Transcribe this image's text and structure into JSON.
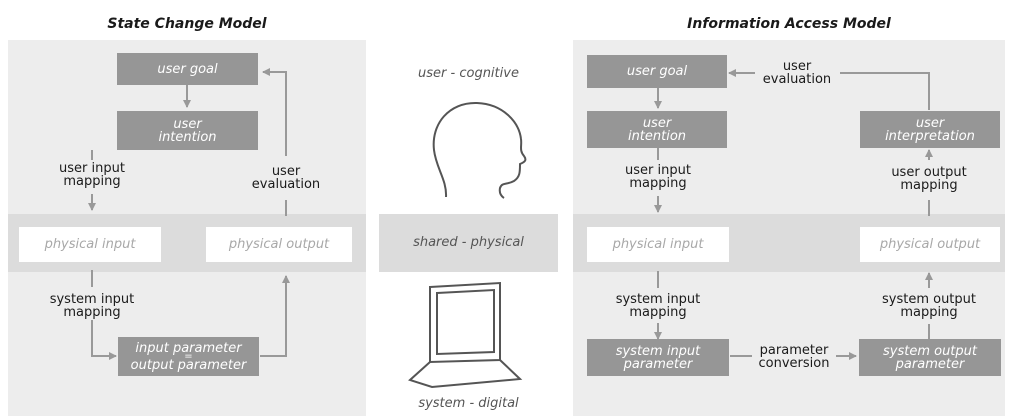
{
  "left": {
    "title": "State Change Model",
    "user_goal": "user goal",
    "user_intention": [
      "user",
      "intention"
    ],
    "user_input_mapping": [
      "user input",
      "mapping"
    ],
    "user_evaluation": [
      "user",
      "evaluation"
    ],
    "physical_input": "physical input",
    "physical_output": "physical output",
    "system_input_mapping": [
      "system input",
      "mapping"
    ],
    "parameter_box": [
      "input parameter",
      "=",
      "output parameter"
    ]
  },
  "center": {
    "cognitive": "user - cognitive",
    "physical": "shared - physical",
    "digital": "system - digital"
  },
  "right": {
    "title": "Information Access Model",
    "user_goal": "user goal",
    "user_evaluation": [
      "user",
      "evaluation"
    ],
    "user_intention": [
      "user",
      "intention"
    ],
    "user_interpretation": [
      "user",
      "interpretation"
    ],
    "user_input_mapping": [
      "user input",
      "mapping"
    ],
    "user_output_mapping": [
      "user output",
      "mapping"
    ],
    "physical_input": "physical input",
    "physical_output": "physical output",
    "system_input_mapping": [
      "system input",
      "mapping"
    ],
    "system_output_mapping": [
      "system output",
      "mapping"
    ],
    "system_input_parameter": [
      "system input",
      "parameter"
    ],
    "system_output_parameter": [
      "system output",
      "parameter"
    ],
    "parameter_conversion": [
      "parameter",
      "conversion"
    ]
  },
  "colors": {
    "panel": "#ededed",
    "band": "#dcdcdc",
    "dark_box": "#969696",
    "light_box": "#ffffff",
    "arrow": "#999999"
  }
}
